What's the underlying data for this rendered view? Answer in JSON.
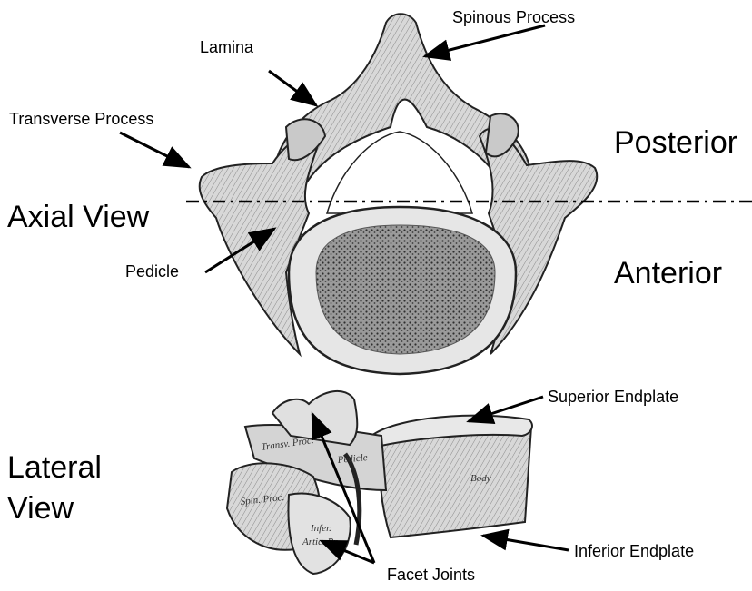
{
  "labels": {
    "spinous_process": "Spinous Process",
    "lamina": "Lamina",
    "transverse_process": "Transverse Process",
    "posterior": "Posterior",
    "axial_view": "Axial View",
    "pedicle": "Pedicle",
    "anterior": "Anterior",
    "superior_endplate": "Superior Endplate",
    "lateral_view_line1": "Lateral",
    "lateral_view_line2": "View",
    "inferior_endplate": "Inferior Endplate",
    "facet_joints": "Facet Joints"
  },
  "illustration_labels": {
    "transv_proc": "Transv. Proc.",
    "pedicle": "Pedicle",
    "body": "Body",
    "spin_proc": "Spin. Proc.",
    "infer": "Infer.",
    "artic": "Artic. Pr."
  }
}
